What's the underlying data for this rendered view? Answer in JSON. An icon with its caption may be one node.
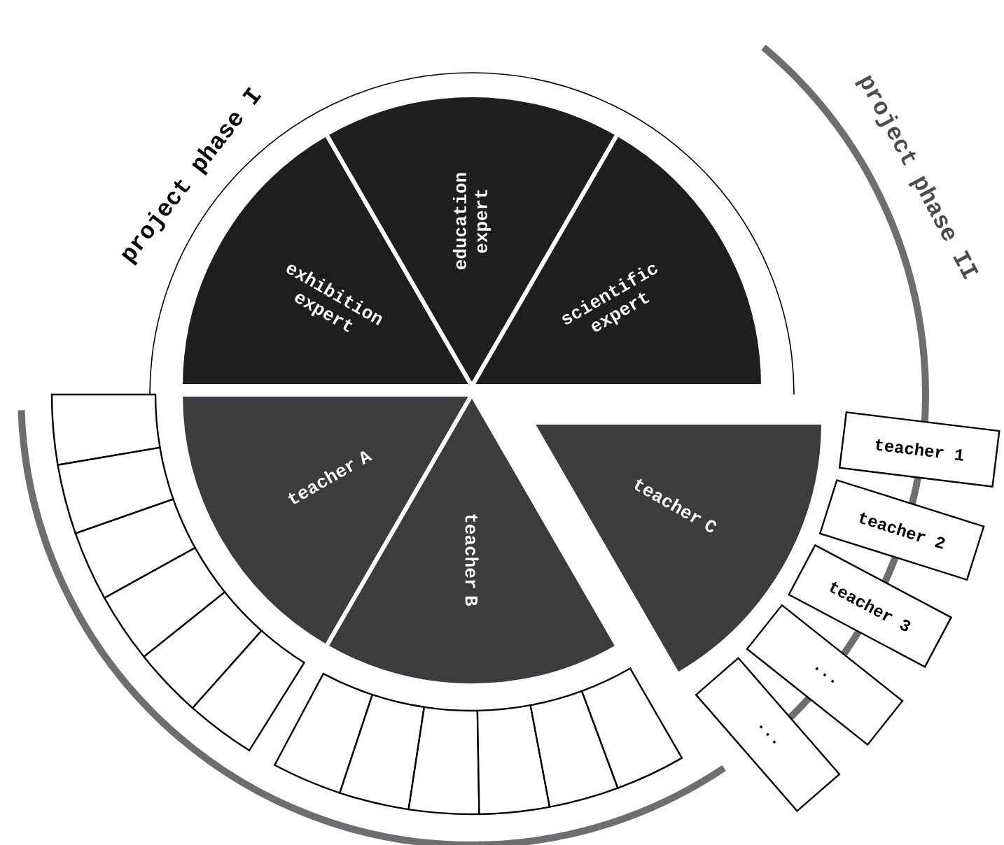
{
  "diagram": {
    "nodes": [
      {
        "text": [
          "exhibition expert"
        ]
      },
      {
        "text": [
          "education expert"
        ]
      },
      {
        "text": [
          "scientific expert"
        ]
      },
      {
        "text": [
          "teacher A"
        ]
      },
      {
        "text": [
          "teacher B"
        ]
      },
      {
        "text": [
          "teacher C"
        ]
      },
      {
        "text": [
          "teacher 1"
        ]
      },
      {
        "text": [
          "teacher 2"
        ]
      },
      {
        "text": [
          "teacher 3"
        ]
      },
      {
        "text": [
          "..."
        ]
      },
      {
        "text": [
          "..."
        ]
      },
      {
        "text": [],
        "shape": "box"
      },
      {
        "text": [],
        "shape": "box"
      },
      {
        "text": [],
        "shape": "box"
      },
      {
        "text": [],
        "shape": "box"
      },
      {
        "text": [],
        "shape": "box"
      },
      {
        "text": [],
        "shape": "box"
      },
      {
        "text": [],
        "shape": "box"
      },
      {
        "text": [],
        "shape": "box"
      },
      {
        "text": [],
        "shape": "box"
      },
      {
        "text": [],
        "shape": "box"
      },
      {
        "text": [],
        "shape": "box"
      },
      {
        "text": [],
        "shape": "box"
      }
    ],
    "labels": [
      "project phase I",
      "project phase II"
    ]
  }
}
